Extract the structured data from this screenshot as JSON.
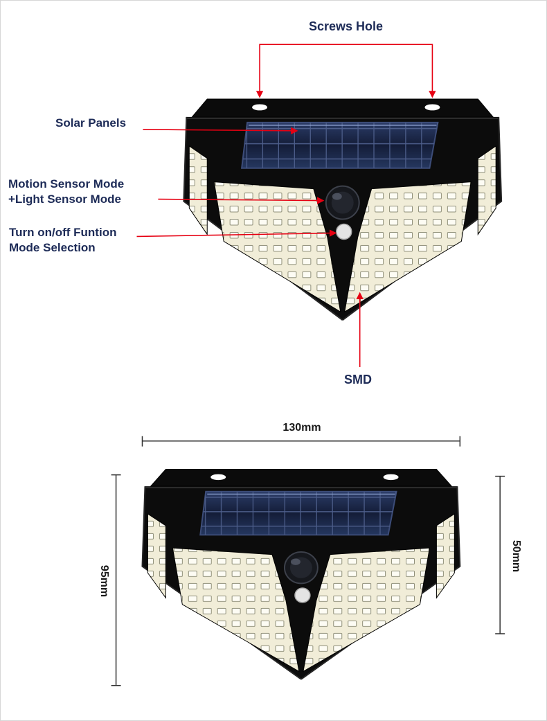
{
  "colors": {
    "annotation_text": "#1d2b57",
    "dimension_text": "#1a1a1a",
    "leader_line": "#e60012",
    "dimension_line": "#2e2e2e",
    "lamp_body": "#0c0c0c",
    "solar_panel": "#1b2640",
    "led_panel": "#f1edd8"
  },
  "annotations": {
    "screws_hole": "Screws Hole",
    "solar_panels": "Solar Panels",
    "motion_sensor_line1": "Motion Sensor Mode",
    "motion_sensor_line2": "+Light Sensor Mode",
    "mode_selection_line1": "Turn on/off Funtion",
    "mode_selection_line2": "Mode Selection",
    "smd": "SMD"
  },
  "dimensions": {
    "width": "130mm",
    "height_overall": "95mm",
    "height_side": "50mm"
  }
}
